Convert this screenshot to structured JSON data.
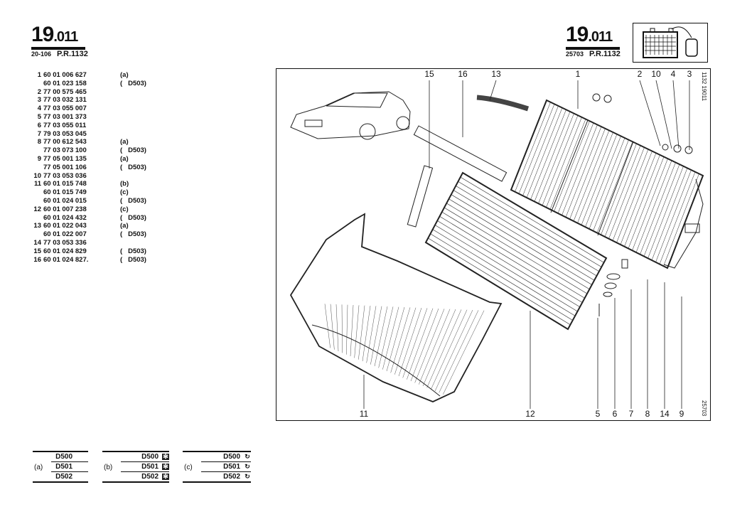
{
  "header_left": {
    "ref_main": "19",
    "ref_sub": ".011",
    "code": "20-106",
    "pr": "P.R.1132"
  },
  "header_right": {
    "ref_main": "19",
    "ref_sub": ".011",
    "code": "25703",
    "pr": "P.R.1132",
    "icon": "radiator-with-expansion-bottle-icon"
  },
  "parts": [
    {
      "no": "1",
      "ref": "60 01 006 627",
      "note": "(a)"
    },
    {
      "no": "",
      "ref": "60 01 023 158",
      "note": "(   D503)"
    },
    {
      "no": "2",
      "ref": "77 00 575 465",
      "note": ""
    },
    {
      "no": "3",
      "ref": "77 03 032 131",
      "note": ""
    },
    {
      "no": "4",
      "ref": "77 03 055 007",
      "note": ""
    },
    {
      "no": "5",
      "ref": "77 03 001 373",
      "note": ""
    },
    {
      "no": "6",
      "ref": "77 03 055 011",
      "note": ""
    },
    {
      "no": "7",
      "ref": "79 03 053 045",
      "note": ""
    },
    {
      "no": "8",
      "ref": "77 00 612 543",
      "note": "(a)"
    },
    {
      "no": "",
      "ref": "77 03 073 100",
      "note": "(   D503)"
    },
    {
      "no": "9",
      "ref": "77 05 001 135",
      "note": "(a)"
    },
    {
      "no": "",
      "ref": "77 05 001 106",
      "note": "(   D503)"
    },
    {
      "no": "10",
      "ref": "77 03 053 036",
      "note": ""
    },
    {
      "no": "11",
      "ref": "60 01 015 748",
      "note": "(b)"
    },
    {
      "no": "",
      "ref": "60 01 015 749",
      "note": "(c)"
    },
    {
      "no": "",
      "ref": "60 01 024 015",
      "note": "(   D503)"
    },
    {
      "no": "12",
      "ref": "60 01 007 238",
      "note": "(c)"
    },
    {
      "no": "",
      "ref": "60 01 024 432",
      "note": "(   D503)"
    },
    {
      "no": "13",
      "ref": "60 01 022 043",
      "note": "(a)"
    },
    {
      "no": "",
      "ref": "60 01 022 007",
      "note": "(   D503)"
    },
    {
      "no": "14",
      "ref": "77 03 053 336",
      "note": ""
    },
    {
      "no": "15",
      "ref": "60 01 024 829",
      "note": "(   D503)"
    },
    {
      "no": "16",
      "ref": "60 01 024 827.",
      "note": "(   D503)"
    }
  ],
  "diagram": {
    "top_callouts": [
      "15",
      "16",
      "13",
      "1",
      "2",
      "10",
      "4",
      "3"
    ],
    "bottom_callouts": [
      "11",
      "12",
      "5",
      "6",
      "7",
      "8",
      "14",
      "9"
    ],
    "side_text": "1132  19011",
    "side_code": "25703"
  },
  "legend": [
    {
      "tag": "(a)",
      "rows": [
        "D500",
        "D501",
        "D502"
      ],
      "icon": ""
    },
    {
      "tag": "(b)",
      "rows": [
        "D500",
        "D501",
        "D502"
      ],
      "icon": "air-conditioning-icon"
    },
    {
      "tag": "(c)",
      "rows": [
        "D500",
        "D501",
        "D502"
      ],
      "icon": "recirculation-icon"
    }
  ]
}
